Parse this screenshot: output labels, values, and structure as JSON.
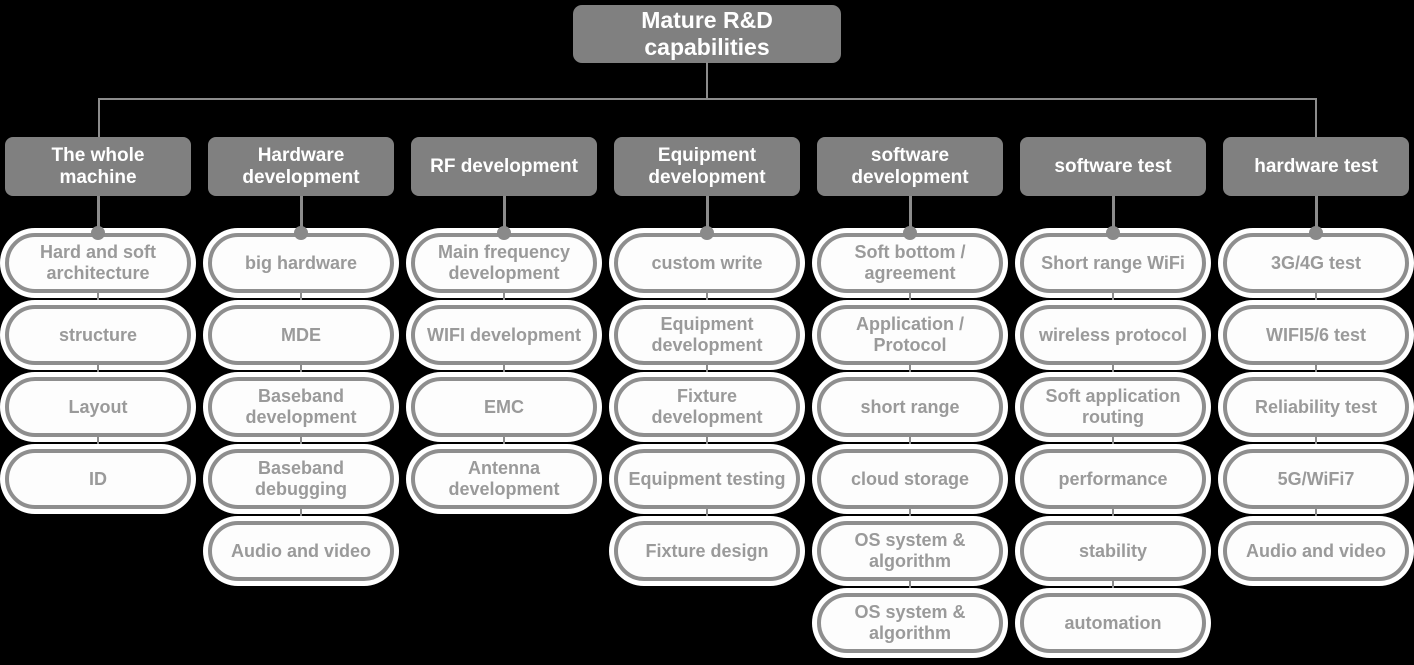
{
  "root": {
    "label": "Mature R&D capabilities"
  },
  "colors": {
    "background": "#000000",
    "node_gray": "#808080",
    "pill_fill": "#fdfdfd",
    "pill_border": "#8e8e8e",
    "pill_text": "#9a9a9a",
    "pill_glow": "#ffffff",
    "line_gray": "#8c8c8c",
    "header_text": "#ffffff"
  },
  "columns": [
    {
      "title": "The whole machine",
      "children": [
        "Hard and soft architecture",
        "structure",
        "Layout",
        "ID"
      ]
    },
    {
      "title": "Hardware development",
      "children": [
        "big hardware",
        "MDE",
        "Baseband development",
        "Baseband debugging",
        "Audio and video"
      ]
    },
    {
      "title": "RF development",
      "children": [
        "Main frequency development",
        "WIFI development",
        "EMC",
        "Antenna development"
      ]
    },
    {
      "title": "Equipment development",
      "children": [
        "custom write",
        "Equipment development",
        "Fixture development",
        "Equipment testing",
        "Fixture design"
      ]
    },
    {
      "title": "software development",
      "children": [
        "Soft bottom / agreement",
        "Application / Protocol",
        "short range",
        "cloud storage",
        "OS system & algorithm",
        "OS system & algorithm"
      ]
    },
    {
      "title": "software test",
      "children": [
        "Short range WiFi",
        "wireless protocol",
        "Soft application routing",
        "performance",
        "stability",
        "automation"
      ]
    },
    {
      "title": "hardware test",
      "children": [
        "3G/4G test",
        "WIFI5/6 test",
        "Reliability test",
        "5G/WiFi7",
        "Audio and video"
      ]
    }
  ]
}
